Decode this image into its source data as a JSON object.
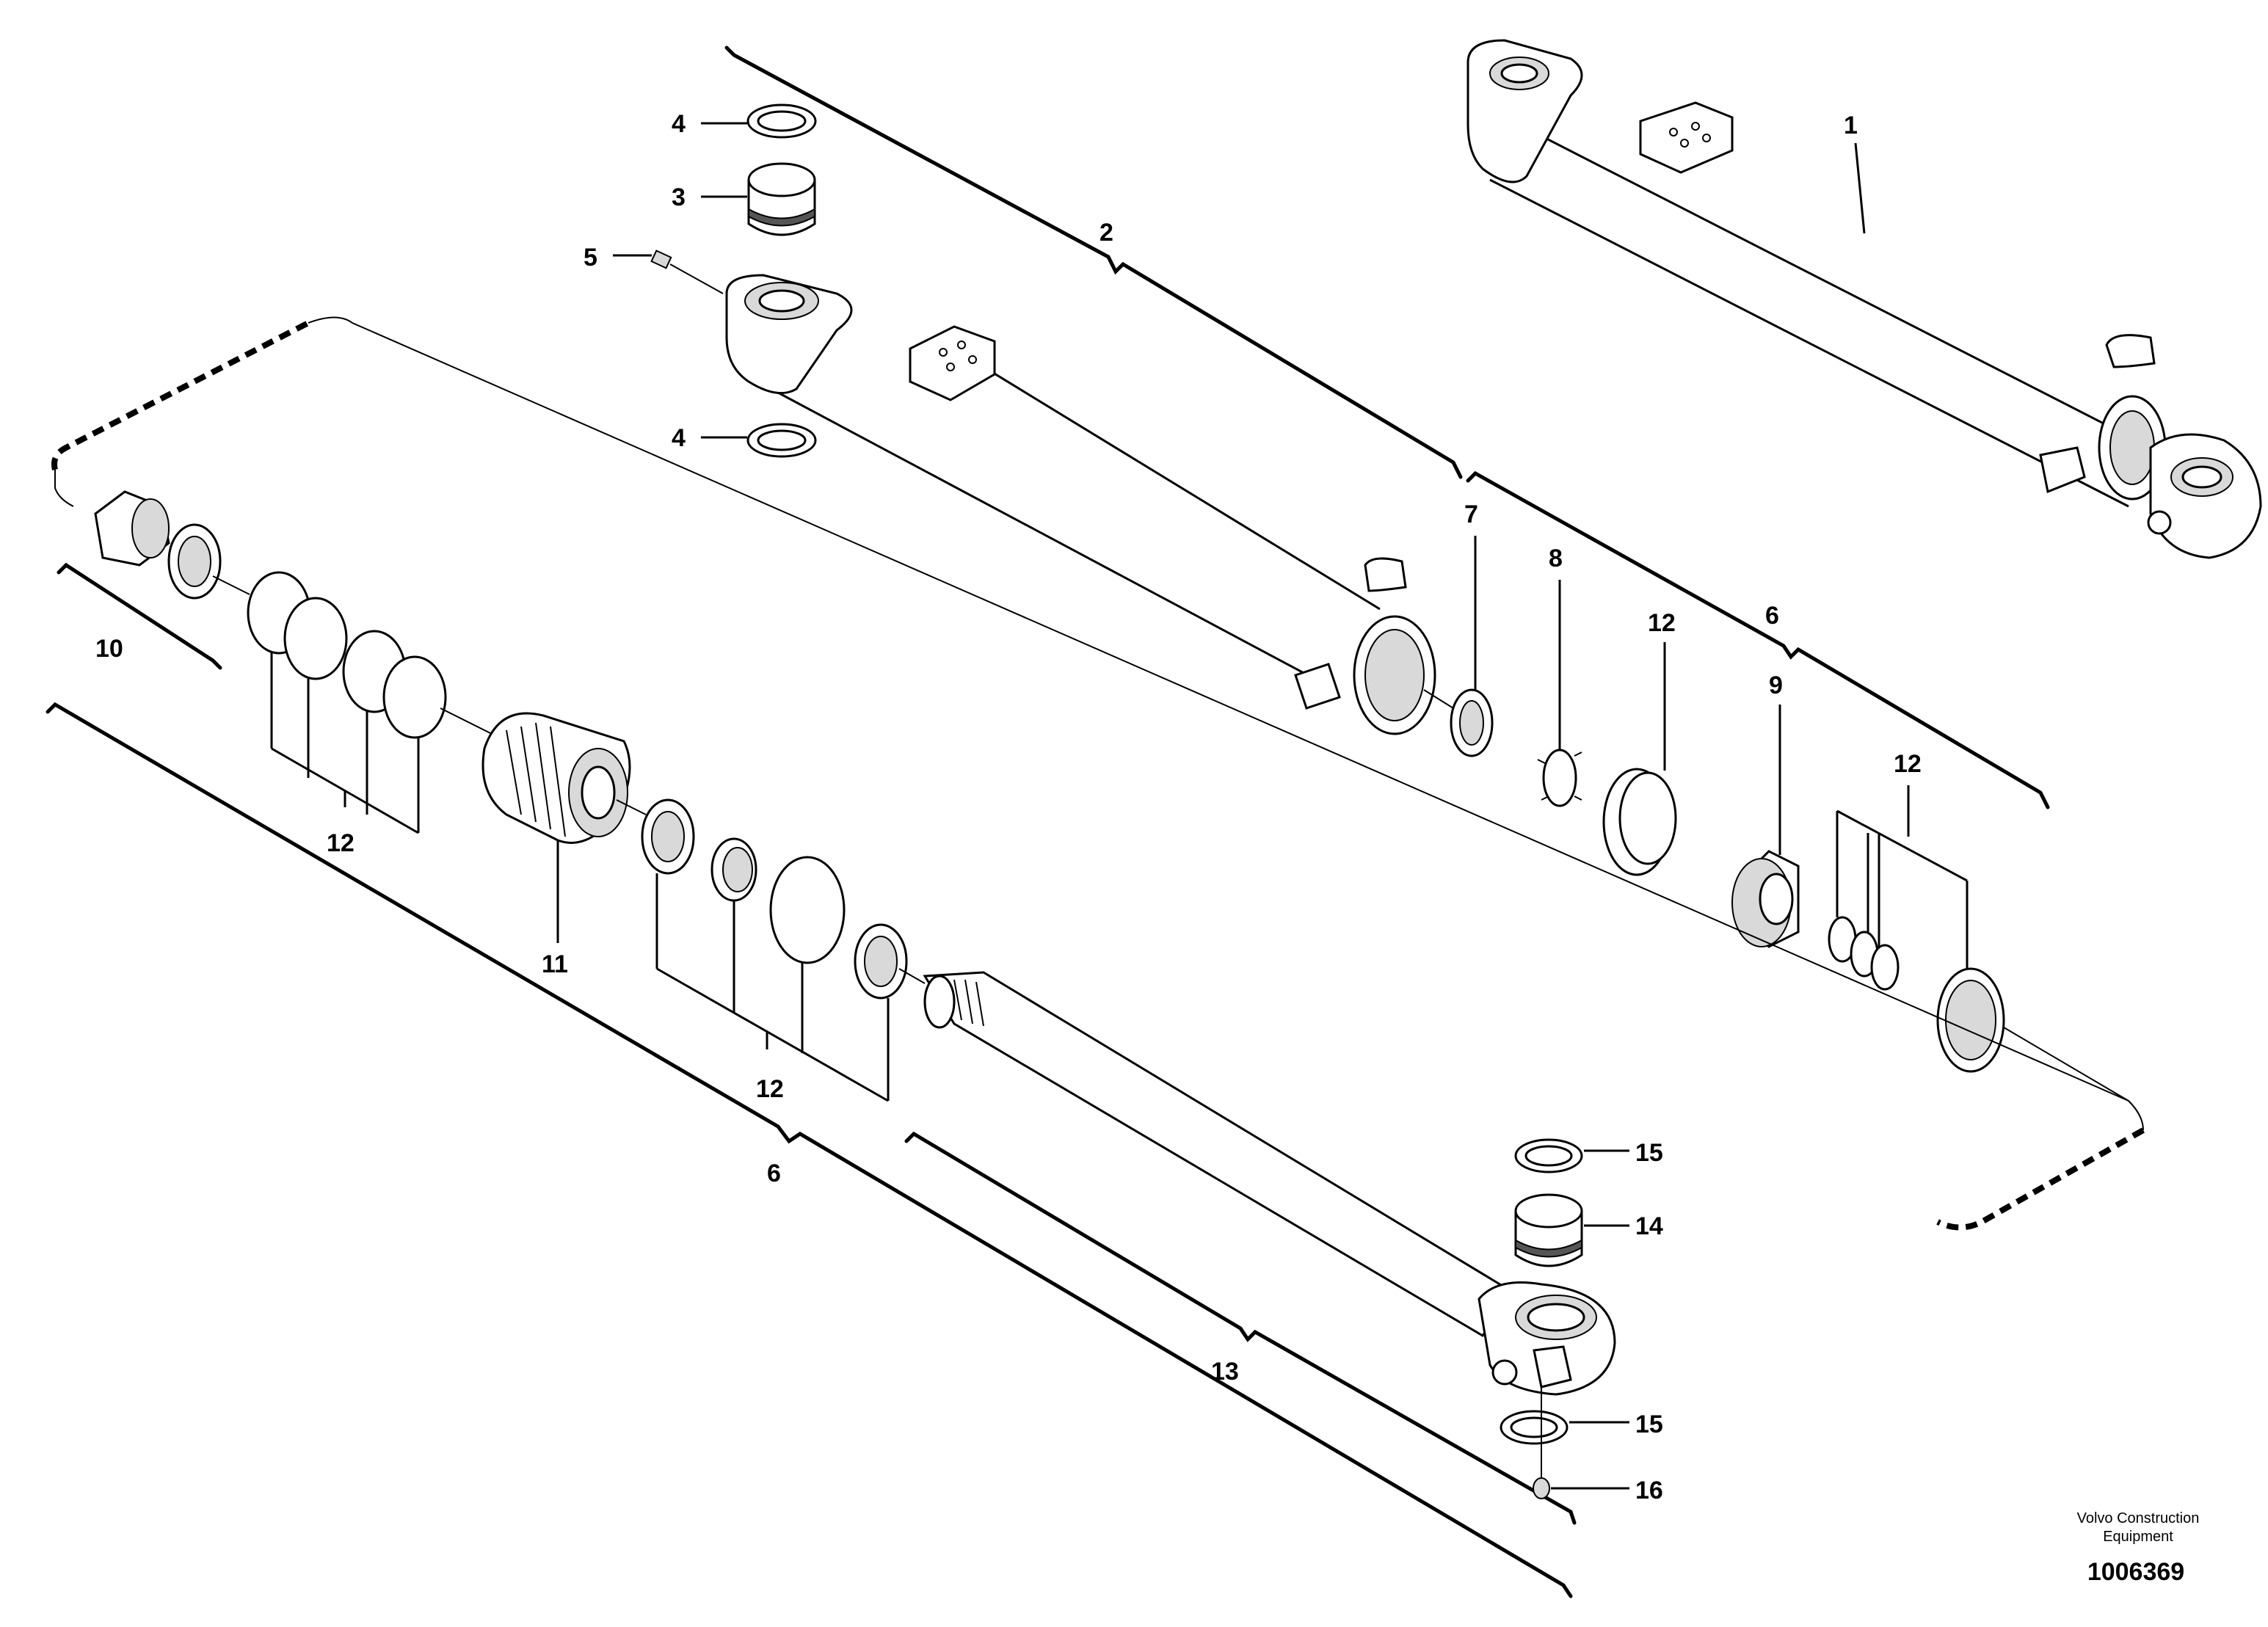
{
  "labels": {
    "p1": "1",
    "p2": "2",
    "p3": "3",
    "p4a": "4",
    "p4b": "4",
    "p5": "5",
    "p6a": "6",
    "p6b": "6",
    "p7": "7",
    "p8": "8",
    "p9": "9",
    "p10": "10",
    "p11": "11",
    "p12a": "12",
    "p12b": "12",
    "p12c": "12",
    "p12d": "12",
    "p13": "13",
    "p14": "14",
    "p15a": "15",
    "p15b": "15",
    "p16": "16"
  },
  "credit_line1": "Volvo Construction",
  "credit_line2": "Equipment",
  "document_number": "1006369"
}
